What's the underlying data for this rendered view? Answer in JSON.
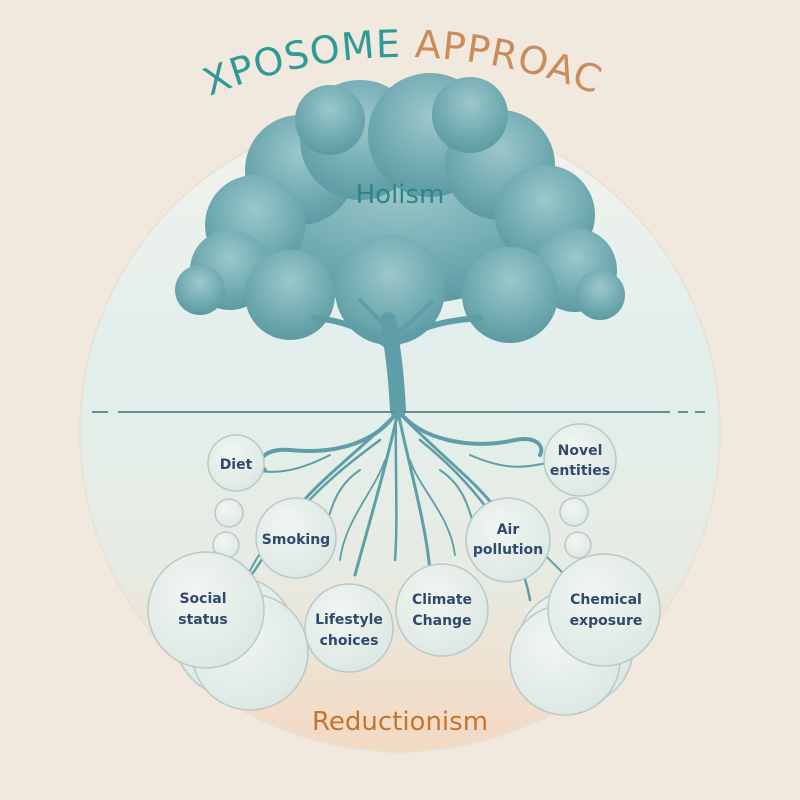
{
  "title": {
    "part1": "EXPOSOME",
    "part2": "APPROACH",
    "color1": "#2f9a96",
    "color2": "#c98c5a"
  },
  "top_label": "Holism",
  "bottom_label": "Reductionism",
  "colors": {
    "tree": "#5e9ea8",
    "holism": "#2f8686",
    "reductionism": "#c8742f",
    "bubble_text": "#2f4a6e",
    "bubble_stroke": "#b9c9c8"
  },
  "bubbles": {
    "diet": [
      "Diet"
    ],
    "novel_entities": [
      "Novel",
      "entities"
    ],
    "smoking": [
      "Smoking"
    ],
    "air_pollution": [
      "Air",
      "pollution"
    ],
    "social_status": [
      "Social",
      "status"
    ],
    "lifestyle_choices": [
      "Lifestyle",
      "choices"
    ],
    "climate_change": [
      "Climate",
      "Change"
    ],
    "chemical_exposure": [
      "Chemical",
      "exposure"
    ]
  }
}
